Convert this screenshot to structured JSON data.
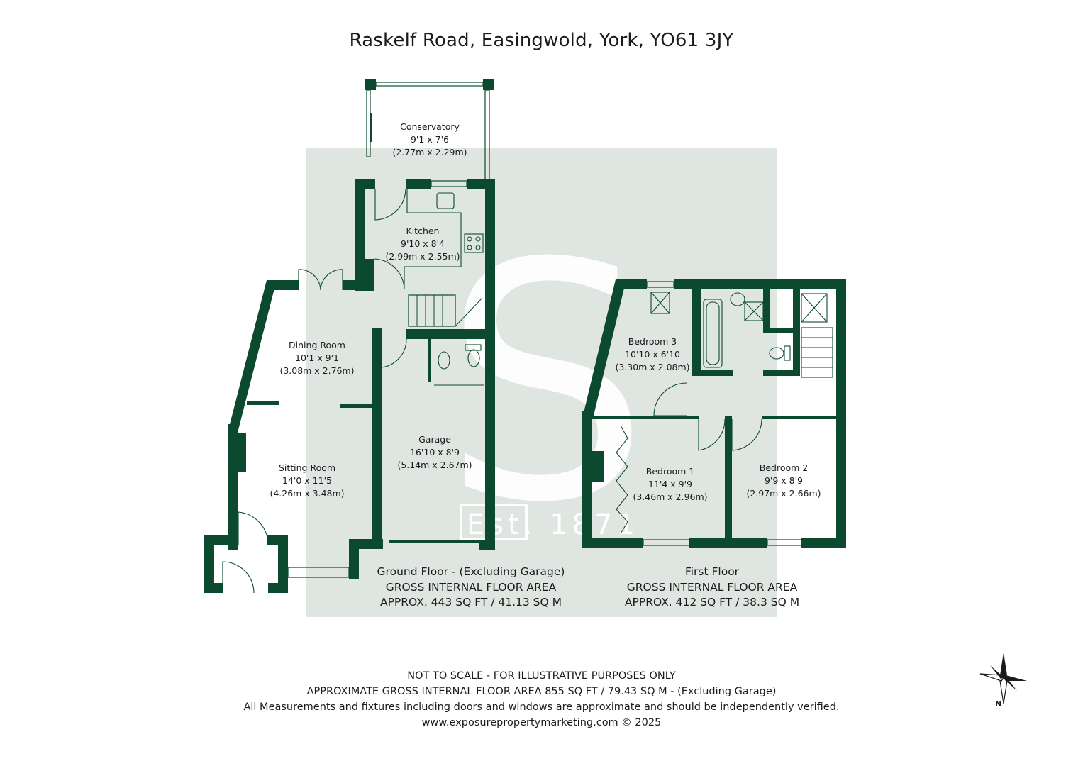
{
  "title": "Raskelf Road, Easingwold, York, YO61 3JY",
  "colors": {
    "wall": "#0b4a2e",
    "watermark_bg": "#dfe5e1",
    "background": "#ffffff",
    "fixture_line": "#0b4a2e"
  },
  "watermark": {
    "letter": "S",
    "text": "Est. 1871"
  },
  "rooms": {
    "conservatory": {
      "name": "Conservatory",
      "size_imperial": "9'1 x 7'6",
      "size_metric": "(2.77m x 2.29m)"
    },
    "kitchen": {
      "name": "Kitchen",
      "size_imperial": "9'10 x 8'4",
      "size_metric": "(2.99m x 2.55m)"
    },
    "dining_room": {
      "name": "Dining Room",
      "size_imperial": "10'1 x 9'1",
      "size_metric": "(3.08m x 2.76m)"
    },
    "sitting_room": {
      "name": "Sitting Room",
      "size_imperial": "14'0 x 11'5",
      "size_metric": "(4.26m x 3.48m)"
    },
    "garage": {
      "name": "Garage",
      "size_imperial": "16'10 x 8'9",
      "size_metric": "(5.14m x 2.67m)"
    },
    "bedroom_3": {
      "name": "Bedroom 3",
      "size_imperial": "10'10 x 6'10",
      "size_metric": "(3.30m x 2.08m)"
    },
    "bedroom_1": {
      "name": "Bedroom 1",
      "size_imperial": "11'4 x 9'9",
      "size_metric": "(3.46m x 2.96m)"
    },
    "bedroom_2": {
      "name": "Bedroom 2",
      "size_imperial": "9'9 x 8'9",
      "size_metric": "(2.97m x 2.66m)"
    }
  },
  "floors": {
    "ground": {
      "name": "Ground Floor - (Excluding Garage)",
      "area_label": "GROSS INTERNAL FLOOR AREA",
      "area_value": "APPROX. 443 SQ FT / 41.13 SQ M"
    },
    "first": {
      "name": "First Floor",
      "area_label": "GROSS INTERNAL FLOOR AREA",
      "area_value": "APPROX. 412 SQ FT / 38.3 SQ M"
    }
  },
  "disclaimer": {
    "line1": "NOT TO SCALE - FOR ILLUSTRATIVE PURPOSES ONLY",
    "line2": "APPROXIMATE GROSS INTERNAL FLOOR AREA 855 SQ FT / 79.43 SQ M - (Excluding Garage)",
    "line3": "All Measurements and fixtures including doors and windows are approximate and should be independently verified.",
    "line4": "www.exposurepropertymarketing.com © 2025"
  },
  "compass": {
    "north_label": "N",
    "icon": "compass-rose-icon"
  }
}
